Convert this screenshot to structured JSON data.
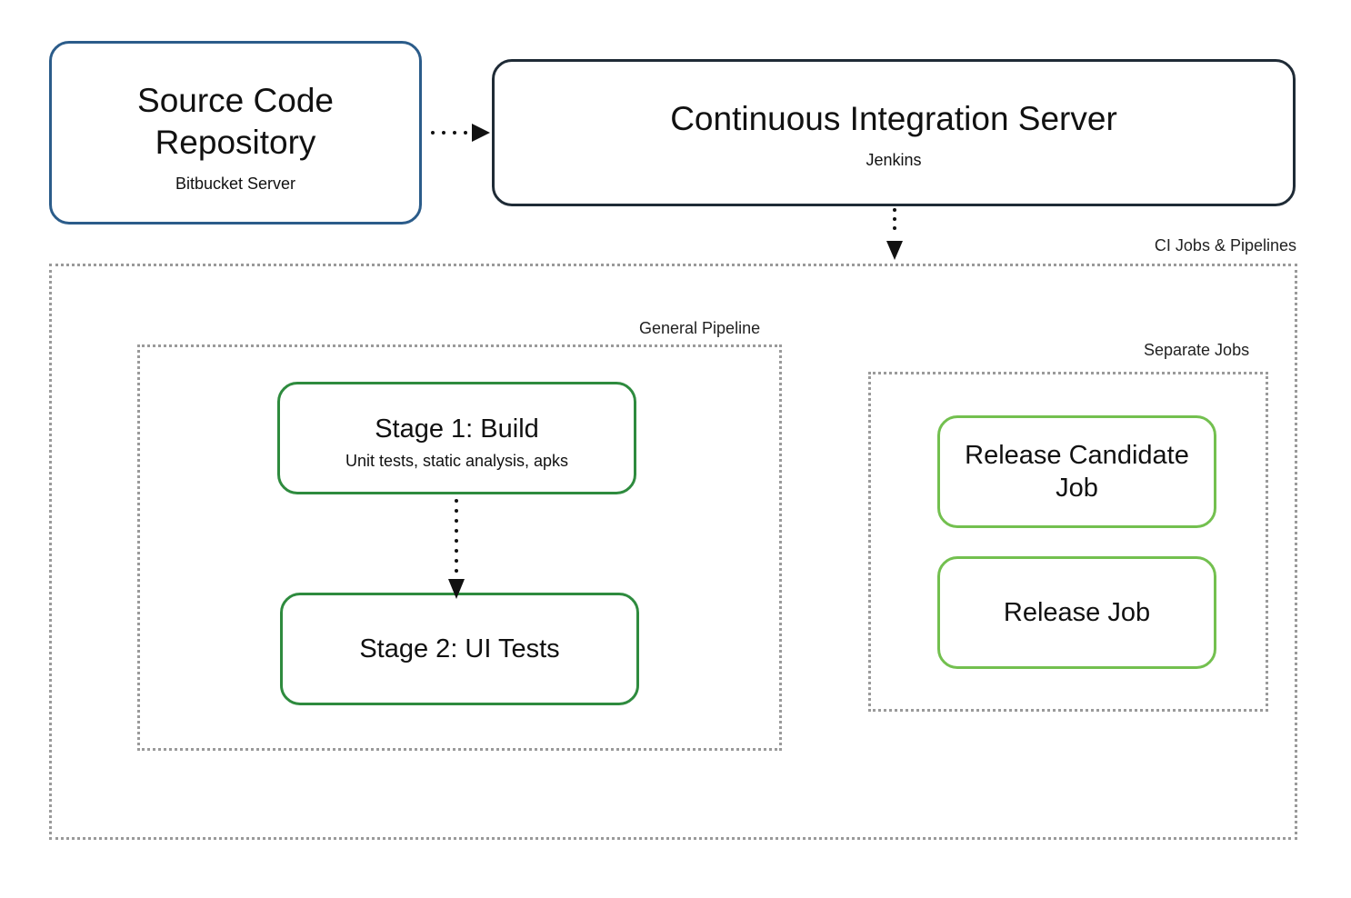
{
  "repo": {
    "title_line1": "Source Code",
    "title_line2": "Repository",
    "subtitle": "Bitbucket Server"
  },
  "ci_server": {
    "title": "Continuous Integration Server",
    "subtitle": "Jenkins"
  },
  "groups": {
    "ci_jobs_label": "CI Jobs & Pipelines",
    "general_pipeline_label": "General Pipeline",
    "separate_jobs_label": "Separate Jobs"
  },
  "pipeline": {
    "stage1_title": "Stage 1: Build",
    "stage1_subtitle": "Unit tests, static analysis, apks",
    "stage2_title": "Stage 2: UI Tests"
  },
  "jobs": {
    "job1_line1": "Release Candidate",
    "job1_line2": "Job",
    "job2_title": "Release Job"
  },
  "colors": {
    "repo_border": "#2b5c8a",
    "ci_border": "#1f2b36",
    "stage_border": "#2e8b3e",
    "job_border": "#73c04f",
    "group_border": "#9a9a9a"
  }
}
